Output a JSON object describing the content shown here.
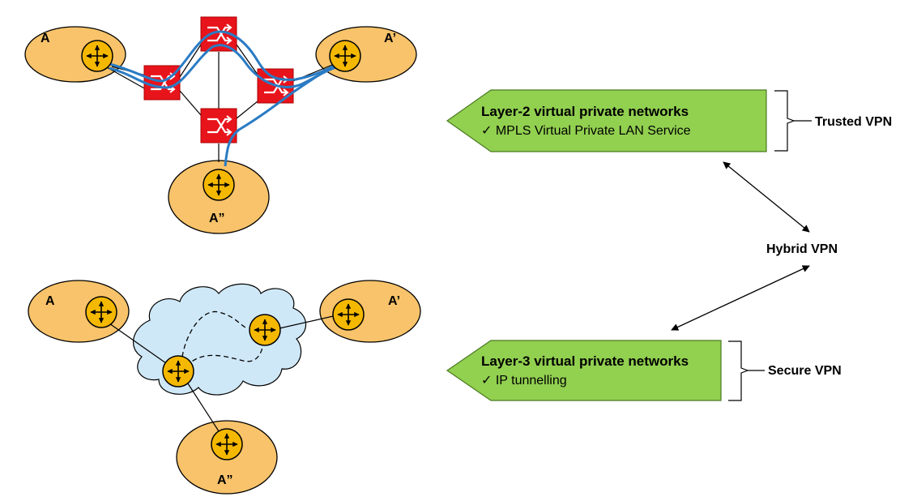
{
  "top_network": {
    "sites": [
      {
        "label": "A"
      },
      {
        "label": "A’"
      },
      {
        "label": "A”"
      }
    ]
  },
  "bottom_network": {
    "sites": [
      {
        "label": "A"
      },
      {
        "label": "A’"
      },
      {
        "label": "A”"
      }
    ]
  },
  "layer2_box": {
    "title": "Layer-2 virtual private networks",
    "item": "✓   MPLS Virtual Private LAN Service"
  },
  "layer3_box": {
    "title": "Layer-3 virtual private networks",
    "item": "✓   IP tunnelling"
  },
  "labels": {
    "trusted": "Trusted VPN",
    "hybrid": "Hybrid VPN",
    "secure": "Secure VPN"
  },
  "colors": {
    "site_fill": "#f8c36a",
    "router_fill": "#f5b800",
    "switch_fill": "#e8141b",
    "tunnel": "#2a7bc4",
    "cloud_fill": "#cfe8f7",
    "box_fill": "#92d050"
  }
}
